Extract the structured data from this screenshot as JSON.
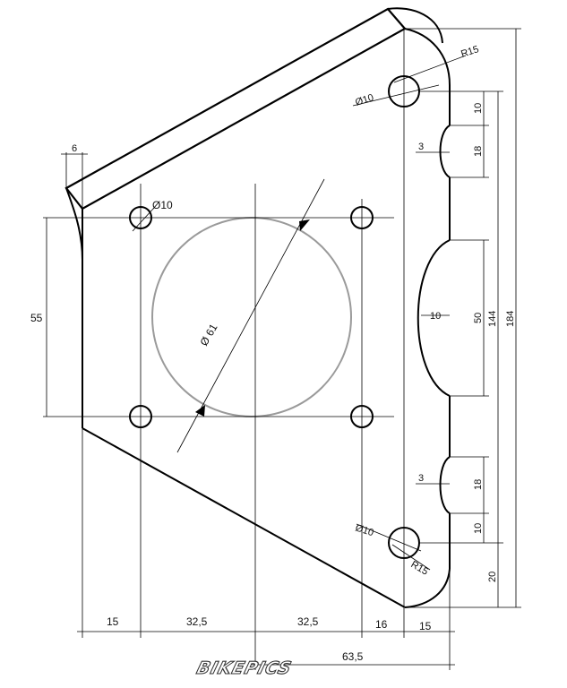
{
  "drawing": {
    "dims": {
      "thickness": "6",
      "hole_small_top": "Ø10",
      "bore": "Ø 61",
      "height_55": "55",
      "hole_right_top": "Ø10",
      "radius_top": "R15",
      "slot_depth_top": "3",
      "slot_10_top": "10",
      "slot_18_top": "18",
      "mid_depth": "10",
      "mid_50": "50",
      "span_144": "144",
      "total_184": "184",
      "slot_depth_bottom": "3",
      "slot_18_bottom": "18",
      "slot_10_bottom": "10",
      "hole_right_bottom": "Ø10",
      "radius_bottom": "R15",
      "bottom_20": "20",
      "x_15_left": "15",
      "x_325_a": "32,5",
      "x_325_b": "32,5",
      "x_16": "16",
      "x_15_right": "15",
      "x_635": "63,5"
    },
    "watermark": "BIKEPICS"
  }
}
